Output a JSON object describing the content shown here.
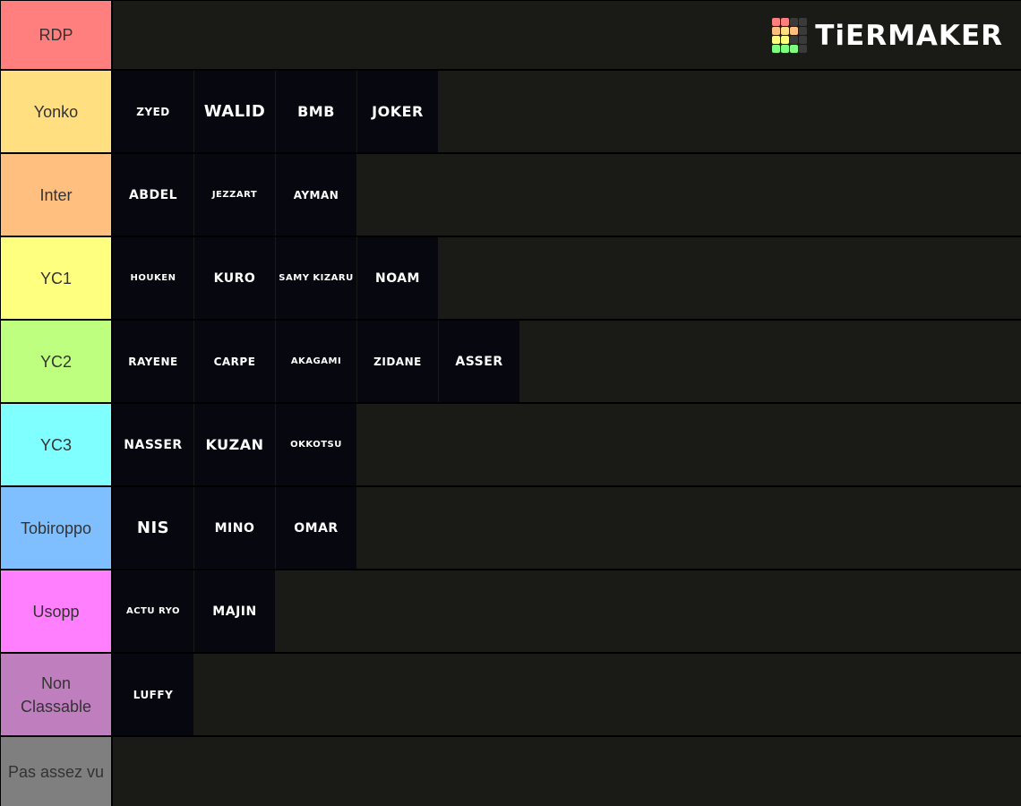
{
  "brand": {
    "name": "TiERMAKER",
    "logo_cells": [
      "#ff7f7f",
      "#ff7f7f",
      "#3a3a3a",
      "#3a3a3a",
      "#ffbf7f",
      "#ffdf7f",
      "#ffbf7f",
      "#3a3a3a",
      "#ffff7f",
      "#ffff7f",
      "#3a3a3a",
      "#3a3a3a",
      "#7fff7f",
      "#7fff7f",
      "#7fff7f",
      "#3a3a3a"
    ]
  },
  "tiers": [
    {
      "label": "RDP",
      "color": "#ff7f7f",
      "items": []
    },
    {
      "label": "Yonko",
      "color": "#ffdf80",
      "items": [
        "ZYED",
        "WALID",
        "BMB",
        "JOKER"
      ]
    },
    {
      "label": "Inter",
      "color": "#ffbf7f",
      "items": [
        "ABDEL",
        "JEZZART",
        "AYMAN"
      ]
    },
    {
      "label": "YC1",
      "color": "#ffff7f",
      "items": [
        "HOUKEN",
        "KURO",
        "SAMY KIZARU",
        "NOAM"
      ]
    },
    {
      "label": "YC2",
      "color": "#bfff7f",
      "items": [
        "RAYENE",
        "CARPE",
        "AKAGAMI",
        "ZIDANE",
        "ASSER"
      ]
    },
    {
      "label": "YC3",
      "color": "#7fffff",
      "items": [
        "NASSER",
        "KUZAN",
        "OKKOTSU"
      ]
    },
    {
      "label": "Tobiroppo",
      "color": "#7fbfff",
      "items": [
        "NIS",
        "MINO",
        "OMAR"
      ]
    },
    {
      "label": "Usopp",
      "color": "#ff7fff",
      "items": [
        "ACTU RYO",
        "MAJIN"
      ]
    },
    {
      "label": "Non Classable",
      "color": "#bf7fbf",
      "items": [
        "LUFFY"
      ]
    },
    {
      "label": "Pas assez vu",
      "color": "#7f7f7f",
      "items": []
    }
  ]
}
